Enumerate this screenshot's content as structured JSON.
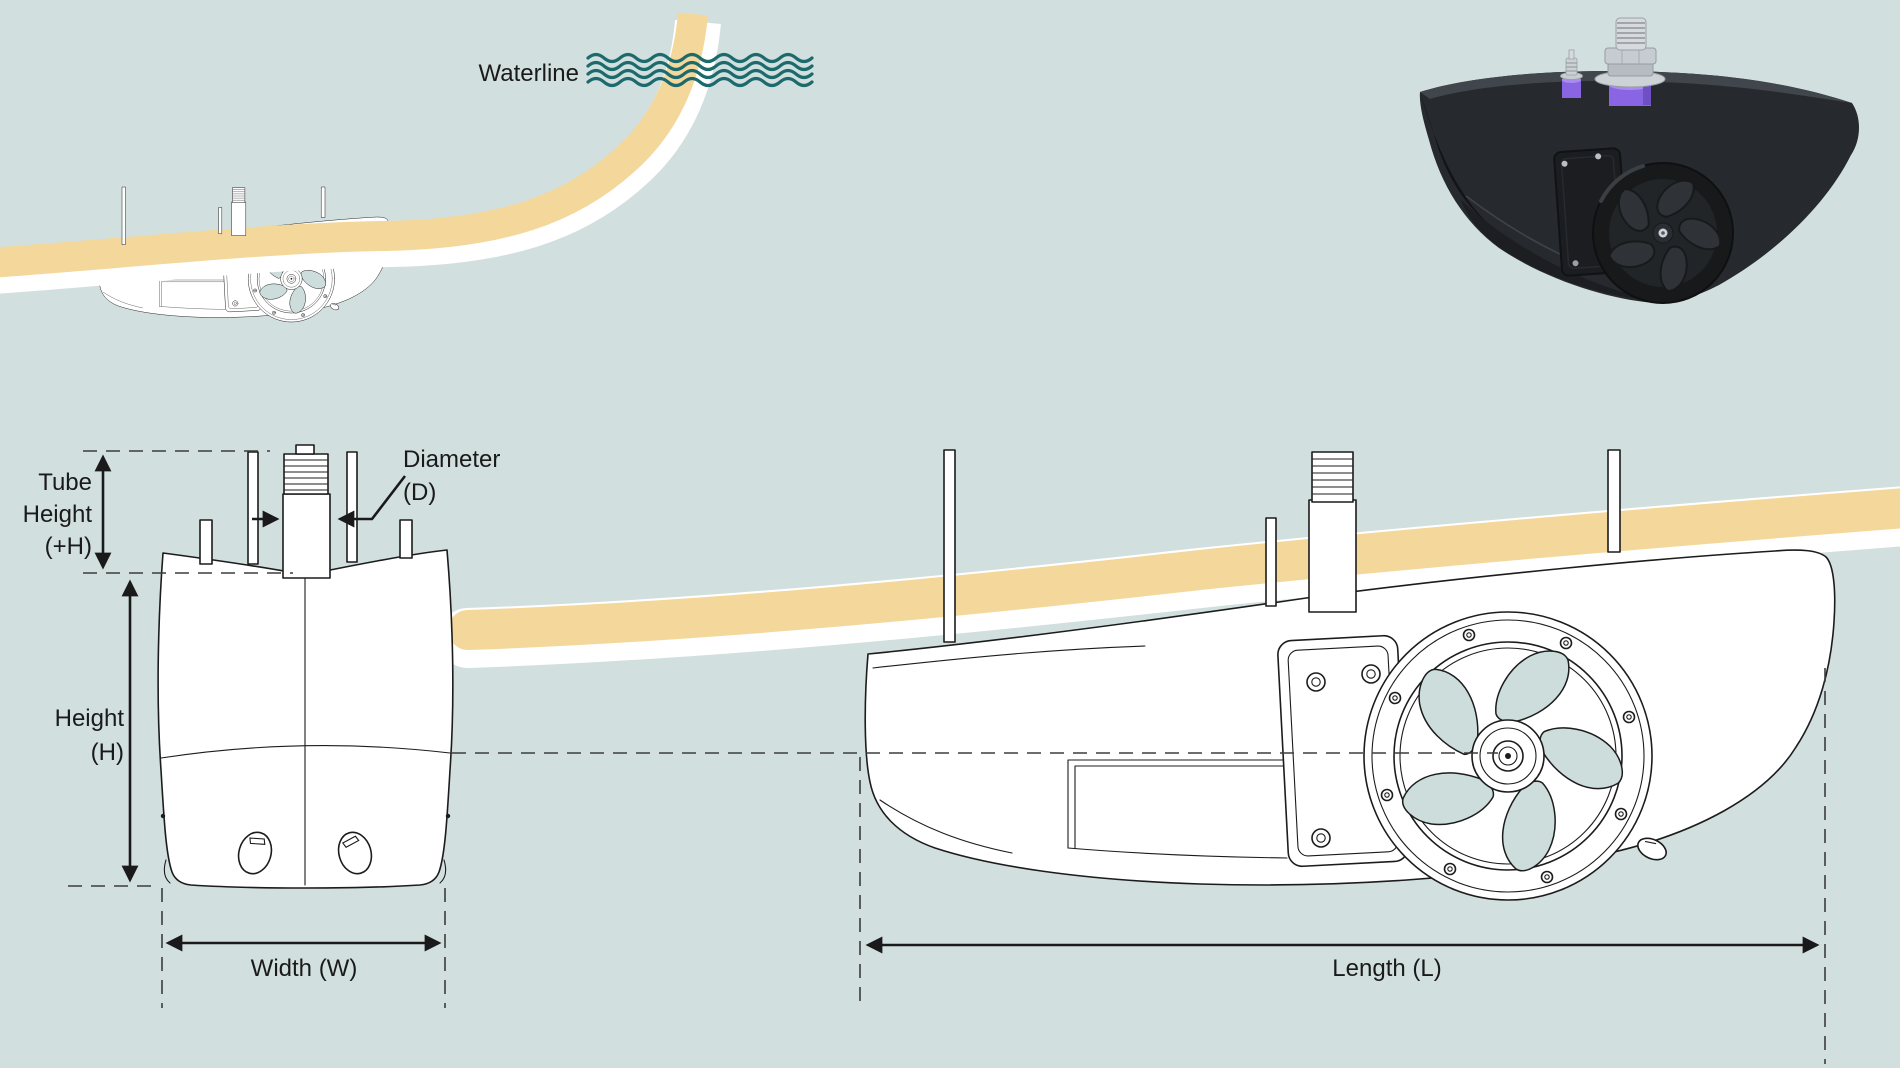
{
  "annotations": {
    "waterline": "Waterline",
    "tube_height": [
      "Tube",
      "Height",
      "(+H)"
    ],
    "diameter": [
      "Diameter",
      "(D)"
    ],
    "height": [
      "Height",
      "(H)"
    ],
    "width": "Width (W)",
    "length": "Length (L)"
  },
  "colors": {
    "background": "#d2dfdf",
    "hull_sand": "#f4d79b",
    "hull_white": "#ffffff",
    "wave_teal": "#1d6a6d",
    "line_dark": "#1c1c1c",
    "blade_tint": "#ccdddc",
    "render_body": "#26292d",
    "render_purple": "#8a65e3",
    "render_metal": "#cdd2d6"
  }
}
